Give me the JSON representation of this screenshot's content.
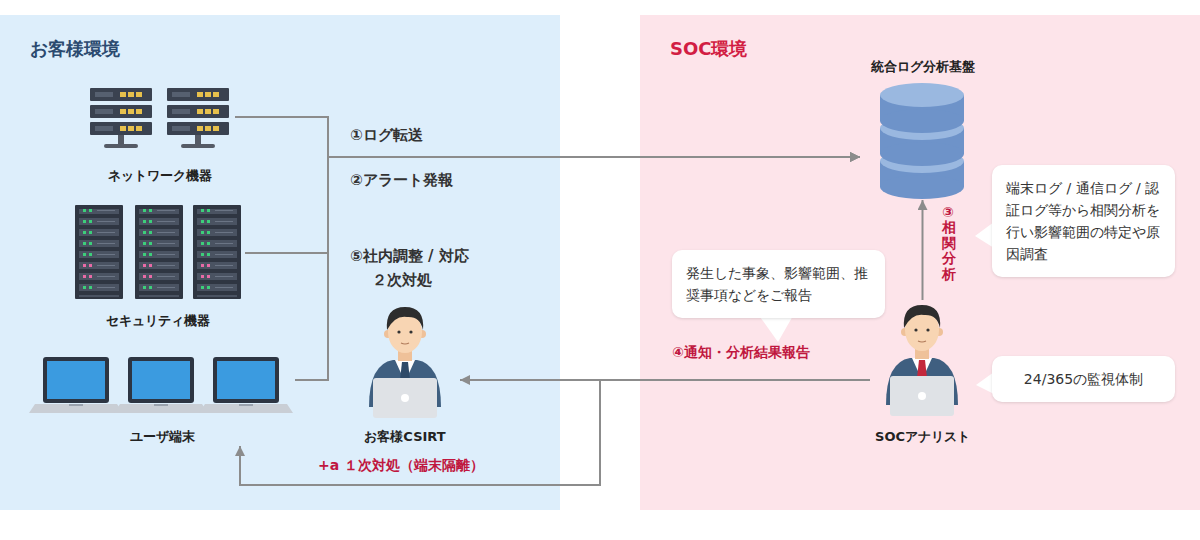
{
  "diagram": {
    "nodes": [
      {
        "text": [
          "お客様環境"
        ]
      },
      {
        "text": [
          "ネットワーク機器"
        ],
        "in": 0
      },
      {
        "text": [
          "セキュリティ機器"
        ],
        "in": 0
      },
      {
        "text": [
          "ユーザ端末"
        ],
        "in": 0
      },
      {
        "text": [
          "お客様CSIRT"
        ],
        "in": 0
      },
      {
        "text": [
          "SOC環境"
        ]
      },
      {
        "text": [
          "統合ログ分析基盤"
        ],
        "in": 5
      },
      {
        "text": [
          "端末ログ / 通信ログ / 認証ログ等から相関分析を行い影響範囲の特定や原因調査"
        ],
        "in": 5
      },
      {
        "text": [
          "発生した事象、影響範囲、推奨事項などをご報告"
        ],
        "in": 5
      },
      {
        "text": [
          "SOCアナリスト"
        ],
        "in": 5
      },
      {
        "text": [
          "24/365の監視体制"
        ],
        "in": 5
      }
    ],
    "edges": [
      {
        "from": 1,
        "to": 6,
        "arrow": "to"
      },
      {
        "from": 2,
        "to": 6,
        "arrow": "to"
      },
      {
        "from": 3,
        "to": 6,
        "arrow": "to"
      },
      {
        "from": 9,
        "to": 6,
        "label": "③相関分析",
        "arrow": "to"
      },
      {
        "from": 9,
        "to": 4,
        "label": "④通知・分析結果報告",
        "arrow": "to"
      },
      {
        "from": 9,
        "to": 3,
        "label": "+a １次対処（端末隔離）",
        "arrow": "to"
      }
    ],
    "labels": [
      "①ログ転送",
      "②アラート発報",
      "⑤社内調整 / 対応",
      "２次対処"
    ]
  }
}
